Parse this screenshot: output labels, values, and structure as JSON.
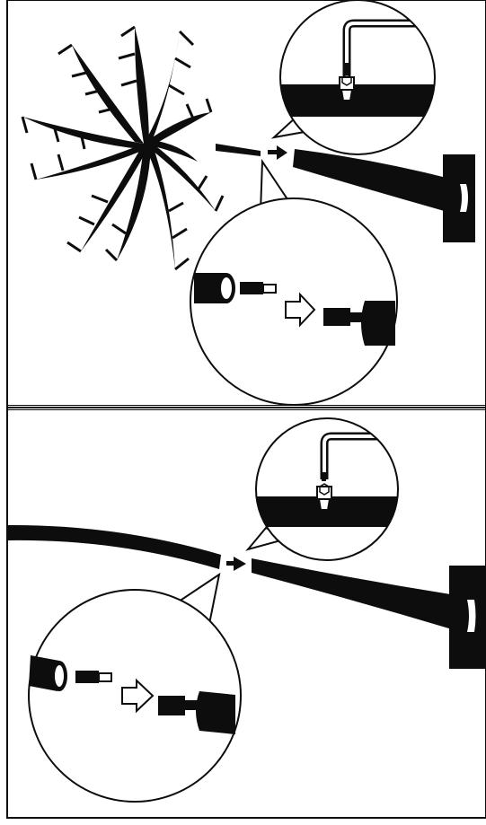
{
  "diagram": {
    "kind": "assembly-instructions",
    "panel_count": 2,
    "colors": {
      "ink": "#0d0d0d",
      "paper": "#ffffff"
    },
    "panels": [
      {
        "id": "palm-tree-attach",
        "icons": [
          "palm-tree-icon",
          "hex-key-icon",
          "hex-screw-icon",
          "connector-plug-icon",
          "insert-arrow-icon",
          "wall-mount-bracket-icon"
        ],
        "steps": [
          "insert-plug-into-trunk",
          "tighten-with-hex-key"
        ]
      },
      {
        "id": "trunk-extension-attach",
        "icons": [
          "hex-key-icon",
          "hex-screw-icon",
          "connector-plug-icon",
          "insert-arrow-icon",
          "wall-mount-bracket-icon"
        ],
        "steps": [
          "insert-plug-into-trunk",
          "tighten-with-hex-key"
        ]
      }
    ]
  }
}
